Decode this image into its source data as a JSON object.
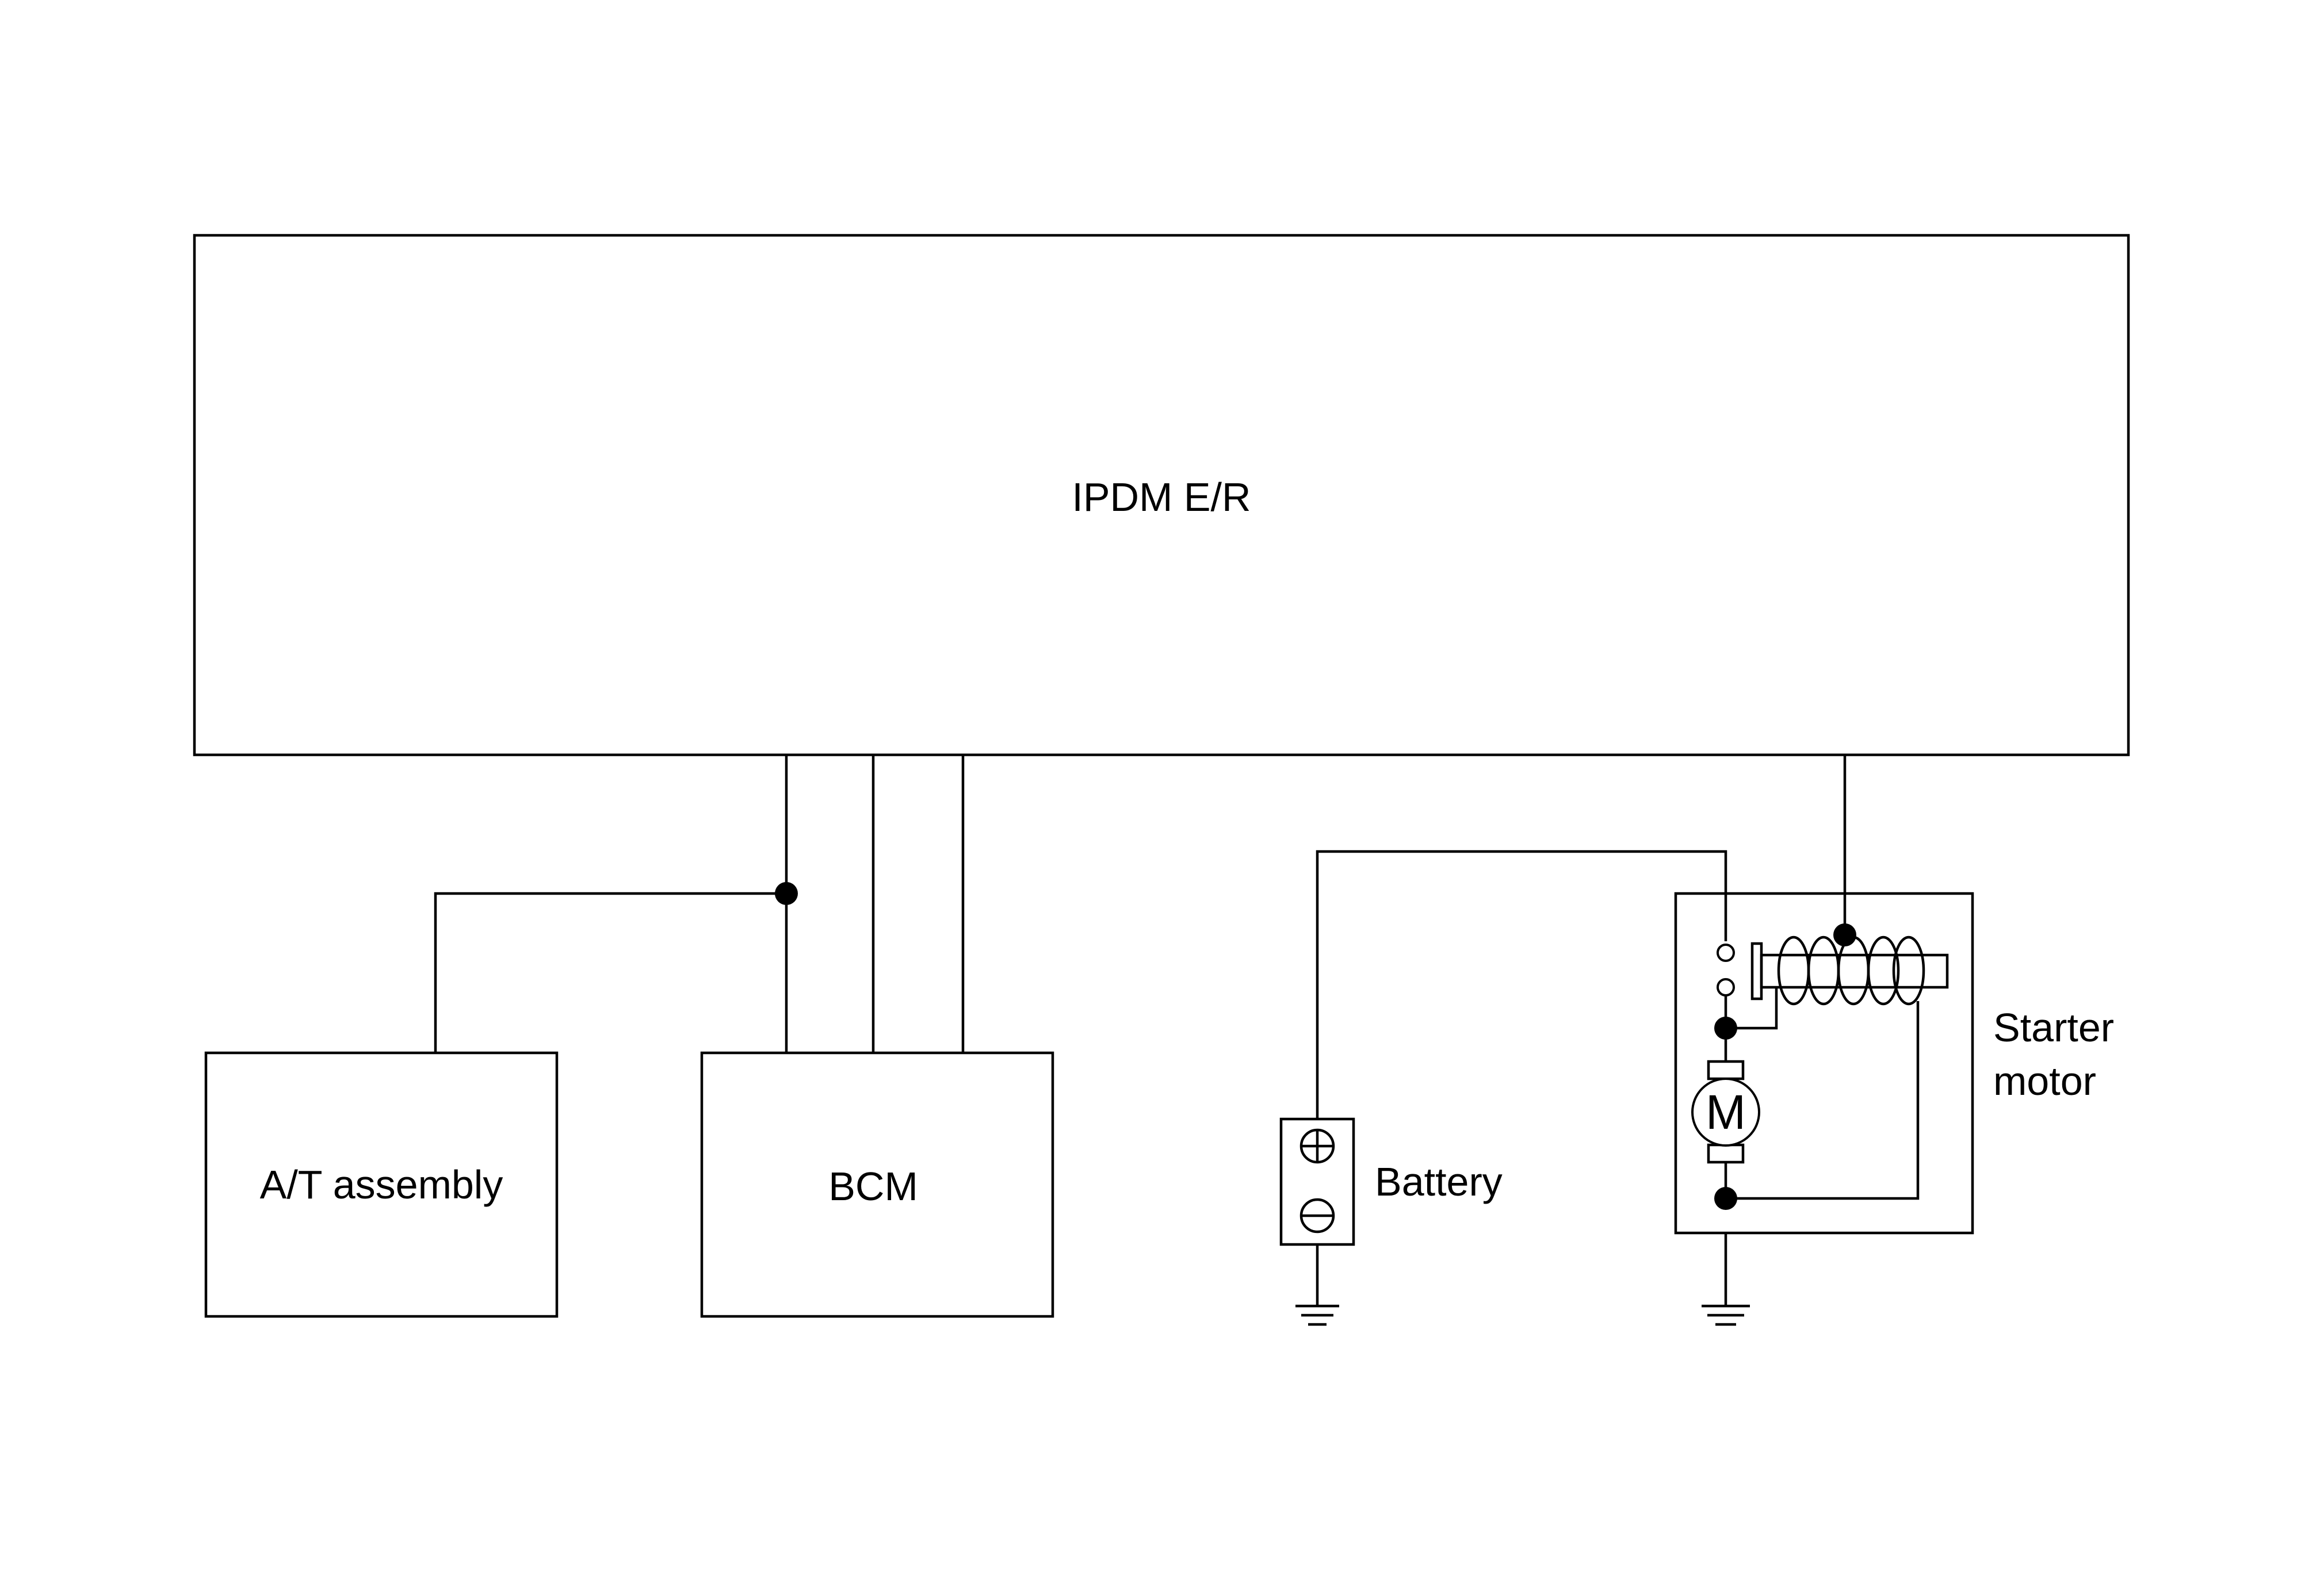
{
  "components": {
    "ipdm": "IPDM E/R",
    "at_assembly": "A/T assembly",
    "bcm": "BCM",
    "battery": "Battery",
    "starter_motor_line1": "Starter",
    "starter_motor_line2": "motor",
    "motor_symbol": "M"
  },
  "icons": {
    "battery_positive": "plus-circle-icon",
    "battery_negative": "minus-circle-icon",
    "ground": "ground-icon",
    "motor": "motor-icon",
    "solenoid_coil": "coil-icon"
  },
  "colors": {
    "line": "#000000",
    "background": "#ffffff"
  }
}
